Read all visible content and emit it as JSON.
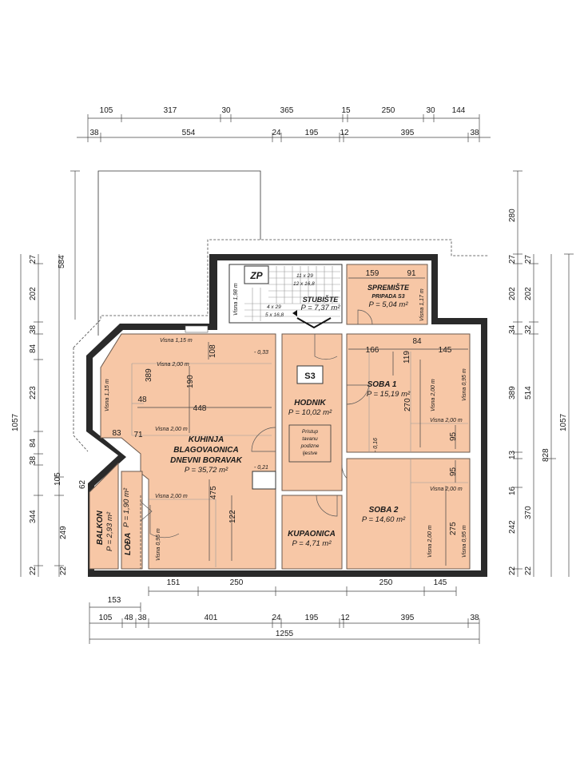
{
  "top_dims_row1": [
    "105",
    "317",
    "30",
    "365",
    "15",
    "250",
    "30",
    "144"
  ],
  "top_dims_row2": [
    "38",
    "554",
    "24",
    "195",
    "12",
    "395",
    "38"
  ],
  "bottom_dims_row1": [
    "151",
    "250",
    "250",
    "145"
  ],
  "bottom_dims_row2": [
    "153"
  ],
  "bottom_dims_row3": [
    "105",
    "48",
    "38",
    "401",
    "24",
    "195",
    "12",
    "395",
    "38"
  ],
  "bottom_total": "1255",
  "left_dims_inner": [
    "27",
    "202",
    "38",
    "84",
    "223",
    "84",
    "38",
    "105",
    "344",
    "22"
  ],
  "left_dims_mid": [
    "584",
    "62",
    "249",
    "22"
  ],
  "left_total": "1057",
  "right_dims_a": [
    "280",
    "27",
    "202",
    "34",
    "389",
    "13",
    "16",
    "242",
    "22"
  ],
  "right_dims_b": [
    "27",
    "202",
    "32",
    "514",
    "828",
    "370",
    "22"
  ],
  "right_total": "1057",
  "rooms": {
    "zp": {
      "label": "ZP"
    },
    "stubiste": {
      "name": "STUBIŠTE",
      "area": "P = 7,37 m²",
      "stairs_a": "11 x 29",
      "stairs_b": "12 x 16,8",
      "stairs_c": "4 x 29",
      "stairs_d": "5 x 16,8",
      "height": "Visna 1,98 m"
    },
    "spremiste": {
      "name": "SPREMIŠTE",
      "sub": "PRIPADA S3",
      "area": "P = 5,04 m²",
      "dim_a": "159",
      "dim_b": "91",
      "height": "Visna 1,17 m"
    },
    "kuhinja": {
      "name1": "KUHINJA",
      "name2": "BLAGOVAONICA",
      "name3": "DNEVNI BORAVAK",
      "area": "P = 35,72 m²",
      "h1": "Visna 1,15 m",
      "h2": "Visna 2,00 m",
      "h3": "Visna 1,15 m",
      "h4": "Visna 2,00 m",
      "h5": "Visna 2,00 m",
      "h6": "Visna 0,95 m",
      "d108": "108",
      "d389": "389",
      "d190": "190",
      "d48": "48",
      "d448": "448",
      "d83": "83",
      "d71": "71",
      "d475": "475",
      "d122": "122",
      "lvl1": "- 0,33",
      "lvl2": "- 0,21"
    },
    "s3": {
      "label": "S3"
    },
    "hodnik": {
      "name": "HODNIK",
      "area": "P = 10,02 m²",
      "note1": "Pristup",
      "note2": "tavanu",
      "note3": "podizne",
      "note4": "ljestve"
    },
    "soba1": {
      "name": "SOBA 1",
      "area": "P = 15,19 m²",
      "d166": "166",
      "d84": "84",
      "d145": "145",
      "d119": "119",
      "d270": "270",
      "d95": "95",
      "h1": "Visna 2,00 m",
      "h2": "Visna 0,95 m",
      "h3": "Visna 2,00 m",
      "lvl": "- 0,16"
    },
    "soba2": {
      "name": "SOBA 2",
      "area": "P = 14,60 m²",
      "d95": "95",
      "d275": "275",
      "h1": "Visna 2,00 m",
      "h2": "Visna 2,00 m",
      "h3": "Visna 0,95 m"
    },
    "kupaonica": {
      "name": "KUPAONICA",
      "area": "P = 4,71 m²"
    },
    "balkon": {
      "name": "BALKON",
      "area": "P = 2,93 m²"
    },
    "lodja": {
      "name": "LOĐA",
      "area": "P = 1,90 m²"
    }
  }
}
